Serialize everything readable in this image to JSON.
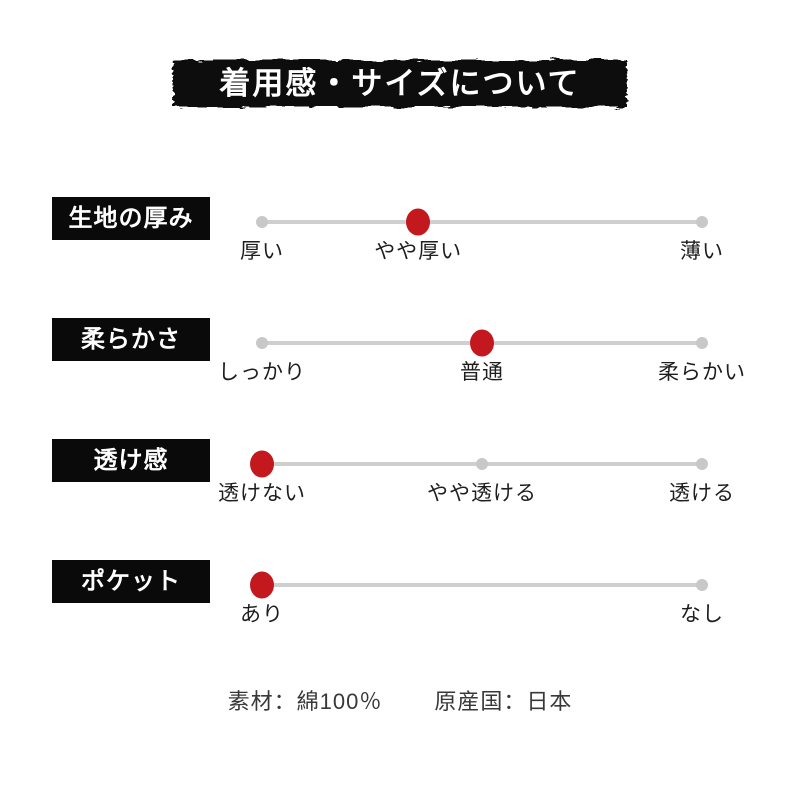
{
  "title": {
    "text": "着用感・サイズについて"
  },
  "colors": {
    "accent_red": "#c2181e",
    "track_gray": "#cfcfcf",
    "dot_gray": "#c8c8c8",
    "banner_bg": "#0a0a0a",
    "banner_text": "#ffffff",
    "label_box_bg": "#0a0a0a",
    "label_box_text": "#ffffff",
    "option_text": "#1e1e1e",
    "footer_text": "#383838"
  },
  "attributes": [
    {
      "label": "生地の厚み",
      "options": [
        {
          "text": "厚い",
          "position_pct": 0,
          "selected": false
        },
        {
          "text": "やや厚い",
          "position_pct": 35.5,
          "selected": true
        },
        {
          "text": "薄い",
          "position_pct": 100,
          "selected": false
        }
      ]
    },
    {
      "label": "柔らかさ",
      "options": [
        {
          "text": "しっかり",
          "position_pct": 0,
          "selected": false
        },
        {
          "text": "普通",
          "position_pct": 50,
          "selected": true
        },
        {
          "text": "柔らかい",
          "position_pct": 100,
          "selected": false
        }
      ]
    },
    {
      "label": "透け感",
      "options": [
        {
          "text": "透けない",
          "position_pct": 0,
          "selected": true
        },
        {
          "text": "やや透ける",
          "position_pct": 50,
          "selected": false
        },
        {
          "text": "透ける",
          "position_pct": 100,
          "selected": false
        }
      ]
    },
    {
      "label": "ポケット",
      "options": [
        {
          "text": "あり",
          "position_pct": 0,
          "selected": true
        },
        {
          "text": "なし",
          "position_pct": 100,
          "selected": false
        }
      ]
    }
  ],
  "footer": {
    "material": "素材：綿100％",
    "origin": "原産国：日本"
  }
}
